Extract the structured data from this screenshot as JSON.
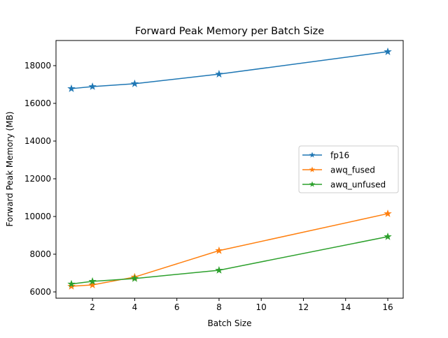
{
  "chart_data": {
    "type": "line",
    "title": "Forward Peak Memory per Batch Size",
    "xlabel": "Batch Size",
    "ylabel": "Forward Peak Memory (MB)",
    "xlim": [
      0.27,
      16.73
    ],
    "ylim": [
      5667,
      19333
    ],
    "xticks": [
      2,
      4,
      6,
      8,
      10,
      12,
      14,
      16
    ],
    "yticks": [
      6000,
      8000,
      10000,
      12000,
      14000,
      16000,
      18000
    ],
    "grid": false,
    "legend_position": "center-right",
    "marker": "star",
    "x": [
      1,
      2,
      4,
      8,
      16
    ],
    "series": [
      {
        "name": "fp16",
        "color": "#1f77b4",
        "values": [
          16780,
          16890,
          17040,
          17550,
          18740
        ]
      },
      {
        "name": "awq_fused",
        "color": "#ff7f0e",
        "values": [
          6300,
          6370,
          6790,
          8190,
          10150
        ]
      },
      {
        "name": "awq_unfused",
        "color": "#2ca02c",
        "values": [
          6420,
          6560,
          6710,
          7150,
          8930
        ]
      }
    ]
  }
}
